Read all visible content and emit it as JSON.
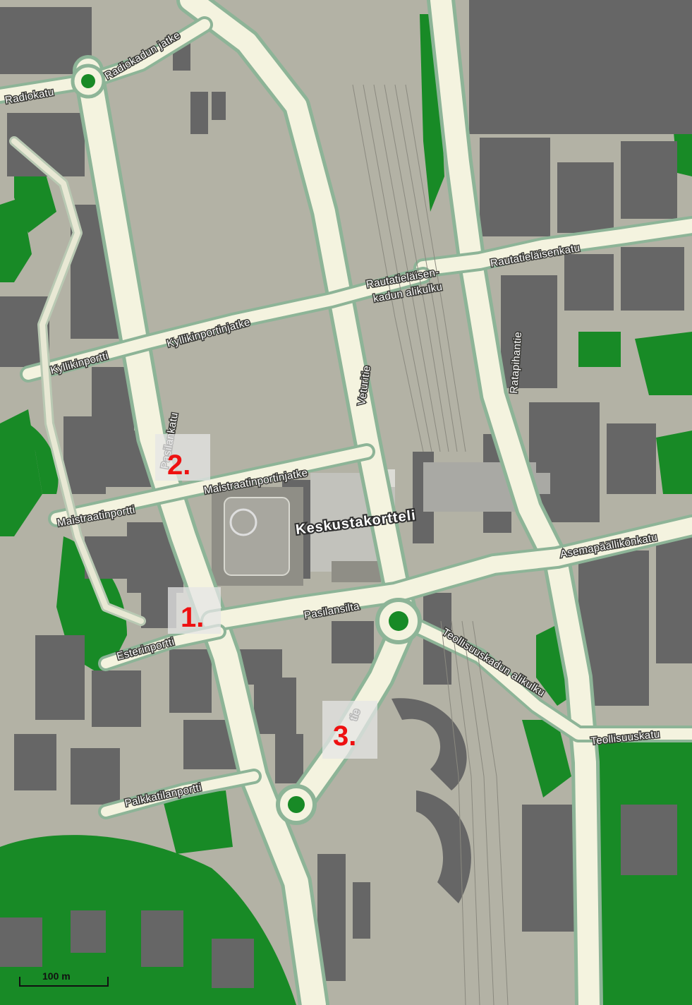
{
  "map": {
    "streets": [
      {
        "id": "radiokatu",
        "text": "Radiokatu"
      },
      {
        "id": "radiokadun-jatke",
        "text": "Radiokadun jatke"
      },
      {
        "id": "rautatielaisenkatu",
        "text": "Rautatieläisenkatu"
      },
      {
        "id": "rautatielaisen-alikulku-1",
        "text": "Rautatieläisen-"
      },
      {
        "id": "rautatielaisen-alikulku-2",
        "text": "kadun alikulku"
      },
      {
        "id": "kyllikinportti",
        "text": "Kyllikinportti"
      },
      {
        "id": "kyllikinportinjatke",
        "text": "Kyllikinportinjatke"
      },
      {
        "id": "veturitie",
        "text": "Veturitie"
      },
      {
        "id": "ratapihantie",
        "text": "Ratapihantie"
      },
      {
        "id": "pasilankatu",
        "text": "Pasilankatu"
      },
      {
        "id": "maistraatinportinjatke",
        "text": "Maistraatinportinjatke"
      },
      {
        "id": "maistraatinportti",
        "text": "Maistraatinportti"
      },
      {
        "id": "asemapaallikonkatu",
        "text": "Asemapäällikönkatu"
      },
      {
        "id": "pasilansilta",
        "text": "Pasilansilta"
      },
      {
        "id": "esterinportti",
        "text": "Esterinportti"
      },
      {
        "id": "teollisuuskadun-alikulku",
        "text": "Teollisuuskadun alikulku"
      },
      {
        "id": "teollisuuskatu",
        "text": "Teollisuuskatu"
      },
      {
        "id": "veturitie-south",
        "text": "tie"
      },
      {
        "id": "palkkatilanportti",
        "text": "Palkkatilanportti"
      }
    ],
    "block_label": "Keskustakortteli",
    "markers": [
      {
        "id": "1",
        "label": "1."
      },
      {
        "id": "2",
        "label": "2."
      },
      {
        "id": "3",
        "label": "3."
      }
    ],
    "scale_bar": {
      "label": "100 m"
    },
    "colors": {
      "ground": "#b3b2a5",
      "building": "#666666",
      "green": "#188a26",
      "road": "#f4f3df",
      "road_edge": "#8db497",
      "marker_text": "#ee1111",
      "marker_box": "#e6e6e6"
    }
  }
}
